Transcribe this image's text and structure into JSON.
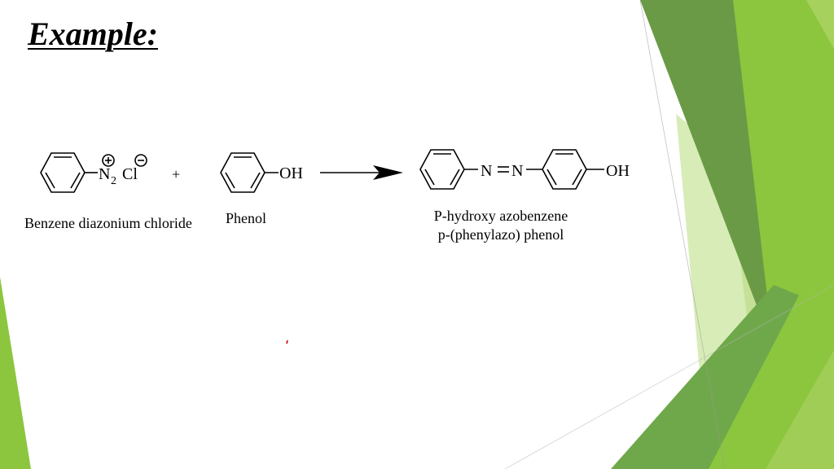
{
  "slide": {
    "title": "Example:"
  },
  "reaction": {
    "reactant_1": {
      "label": "Benzene diazonium chloride",
      "group_n": "N",
      "group_sub": "2",
      "group_cl": "Cl",
      "charge_plus": "+",
      "charge_minus": "−"
    },
    "plus_sign": "+",
    "reactant_2": {
      "label": "Phenol",
      "group": "OH"
    },
    "product": {
      "label_line1": "P-hydroxy azobenzene",
      "label_line2": "p-(phenylazo) phenol",
      "azo_n1": "N",
      "azo_n2": "N",
      "group": "OH"
    }
  },
  "colors": {
    "ink": "#000000",
    "green_dark": "#6a9a45",
    "green_mid": "#8cc63e",
    "green_light": "#c9e3a0",
    "accent_red": "#cc0000"
  }
}
